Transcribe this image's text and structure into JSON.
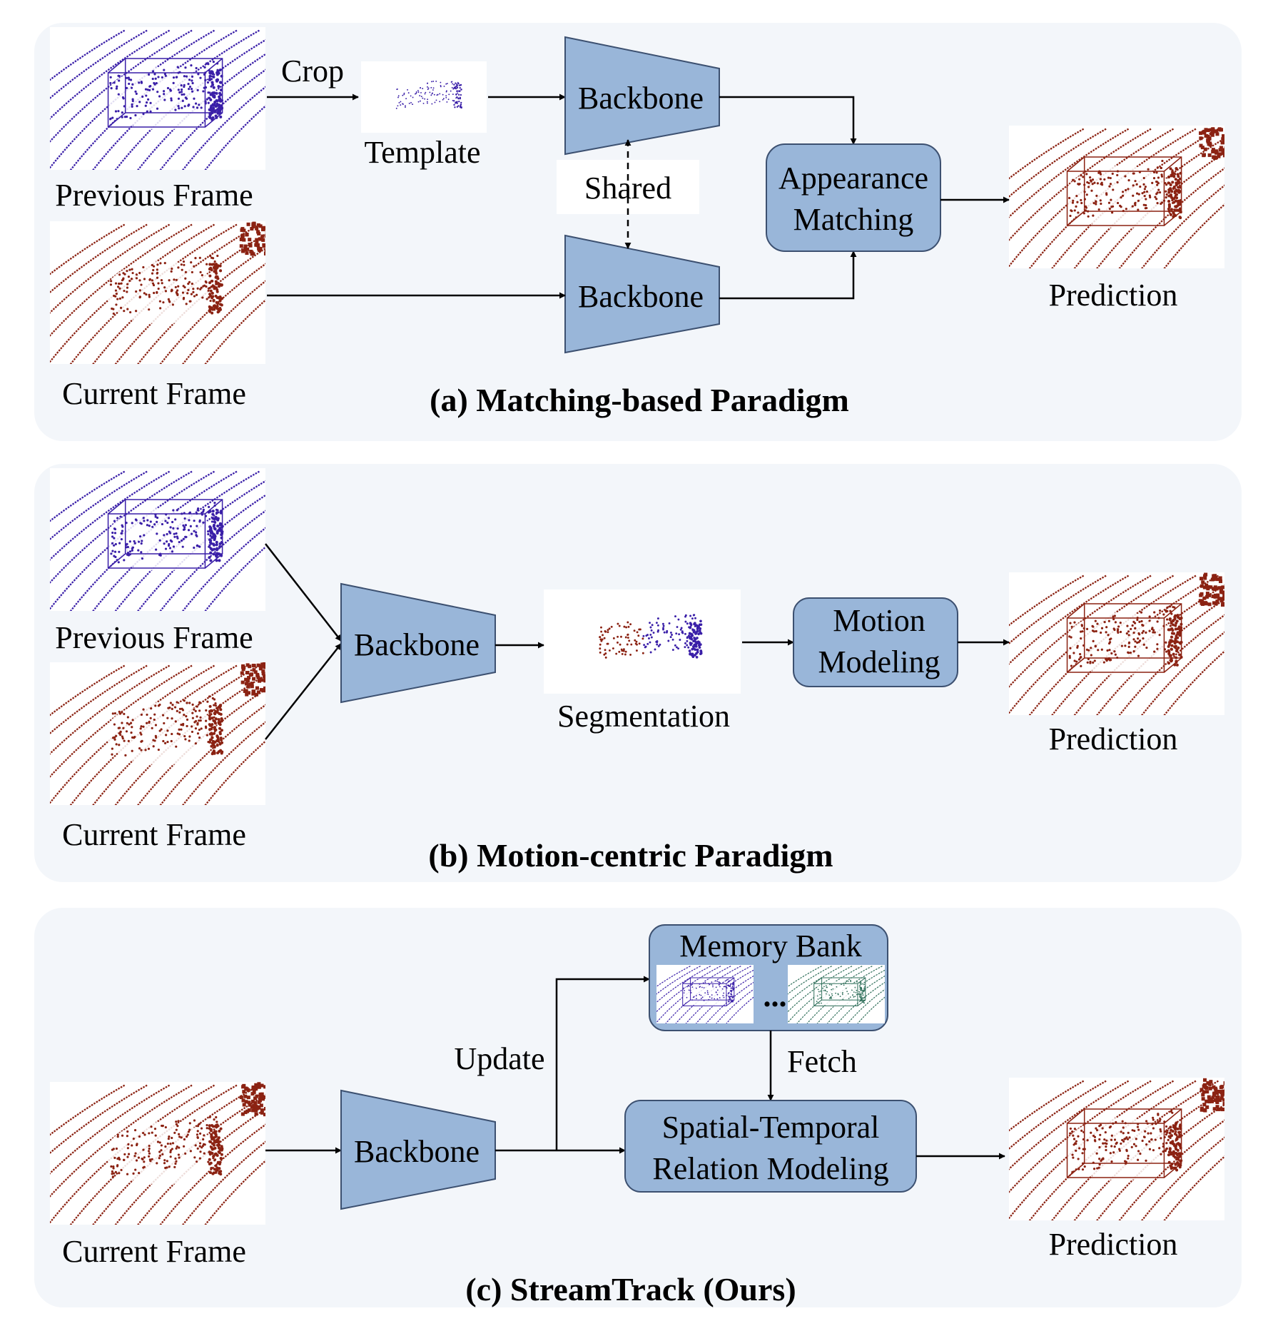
{
  "panels": {
    "a": {
      "title": "(a) Matching-based Paradigm",
      "previous_frame": "Previous Frame",
      "current_frame": "Current Frame",
      "crop": "Crop",
      "template": "Template",
      "backbone_top": "Backbone",
      "backbone_bottom": "Backbone",
      "shared": "Shared",
      "appearance_line1": "Appearance",
      "appearance_line2": "Matching",
      "prediction": "Prediction"
    },
    "b": {
      "title": "(b) Motion-centric Paradigm",
      "previous_frame": "Previous Frame",
      "current_frame": "Current Frame",
      "backbone": "Backbone",
      "segmentation": "Segmentation",
      "motion_line1": "Motion",
      "motion_line2": "Modeling",
      "prediction": "Prediction"
    },
    "c": {
      "title": "(c) StreamTrack (Ours)",
      "current_frame": "Current Frame",
      "backbone": "Backbone",
      "update": "Update",
      "memory_bank": "Memory Bank",
      "ellipsis": "...",
      "fetch": "Fetch",
      "strm_line1": "Spatial-Temporal",
      "strm_line2": "Relation Modeling",
      "prediction": "Prediction"
    }
  },
  "colors": {
    "panel_bg": "#f3f6fa",
    "block_fill": "#99b6d9",
    "block_stroke": "#3c5070",
    "previous_points": "#3a1fa8",
    "current_points": "#8b2212",
    "memory_points_2": "#2f6f5a"
  }
}
